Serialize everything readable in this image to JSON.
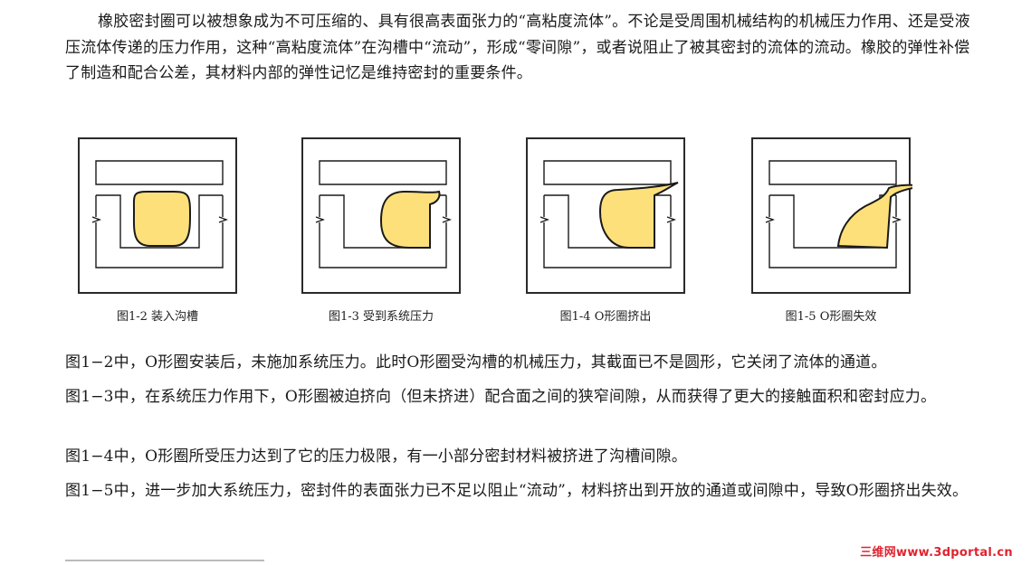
{
  "intro": "橡胶密封圈可以被想象成为不可压缩的、具有很高表面张力的“高粘度流体”。不论是受周围机械结构的机械压力作用、还是受液压流体传递的压力作用，这种“高粘度流体”在沟槽中“流动”，形成“零间隙”，或者说阻止了被其密封的流体的流动。橡胶的弹性补偿了制造和配合公差，其材料内部的弹性记忆是维持密封的重要条件。",
  "figures": [
    {
      "caption": "图1-2 装入沟槽"
    },
    {
      "caption": "图1-3 受到系统压力"
    },
    {
      "caption": "图1-4 O形圈挤出"
    },
    {
      "caption": "图1-5 O形圈失效"
    }
  ],
  "paragraphs": [
    "图1−2中，O形圈安装后，未施加系统压力。此时O形圈受沟槽的机械压力，其截面已不是圆形，它关闭了流体的通道。",
    "图1−3中，在系统压力作用下，O形圈被迫挤向（但未挤进）配合面之间的狭窄间隙，从而获得了更大的接触面积和密封应力。",
    "图1−4中，O形圈所受压力达到了它的压力极限，有一小部分密封材料被挤进了沟槽间隙。",
    "图1−5中，进一步加大系统压力，密封件的表面张力已不足以阻止“流动”，材料挤出到开放的通道或间隙中，导致O形圈挤出失效。"
  ],
  "watermark": "三维网www.3dportal.cn",
  "colors": {
    "seal_fill": "#fde07a",
    "outline": "#1a1a1a",
    "watermark": "#e0232f"
  }
}
